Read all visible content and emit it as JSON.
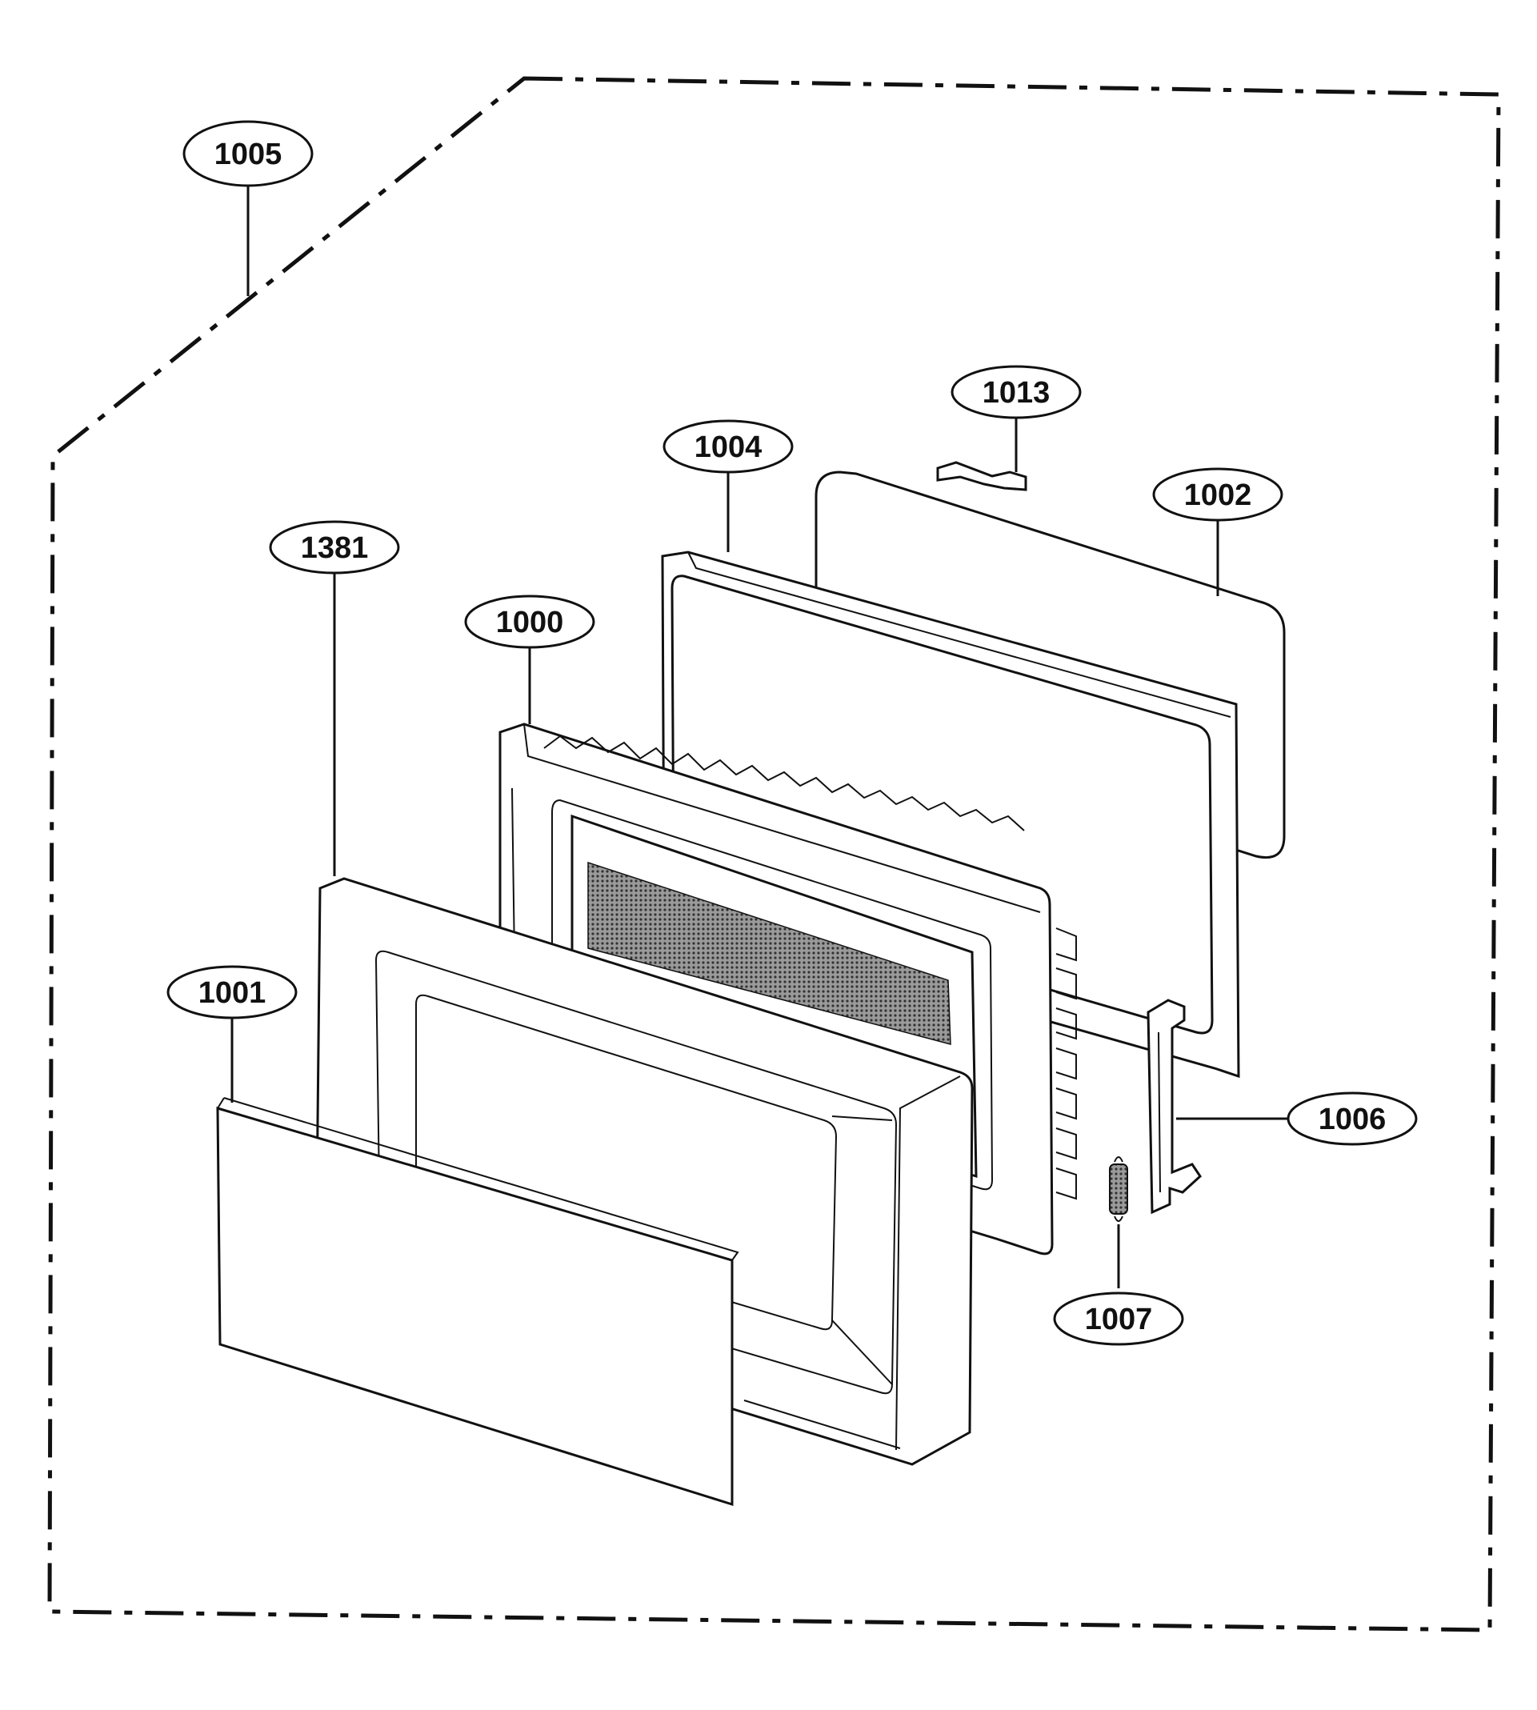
{
  "diagram": {
    "callouts": [
      {
        "id": "1005",
        "label": "1005"
      },
      {
        "id": "1013",
        "label": "1013"
      },
      {
        "id": "1004",
        "label": "1004"
      },
      {
        "id": "1002",
        "label": "1002"
      },
      {
        "id": "1381",
        "label": "1381"
      },
      {
        "id": "1000",
        "label": "1000"
      },
      {
        "id": "1001",
        "label": "1001"
      },
      {
        "id": "1006",
        "label": "1006"
      },
      {
        "id": "1007",
        "label": "1007"
      }
    ],
    "colors": {
      "line": "#111111",
      "background": "#ffffff",
      "mesh": "#555555"
    }
  }
}
